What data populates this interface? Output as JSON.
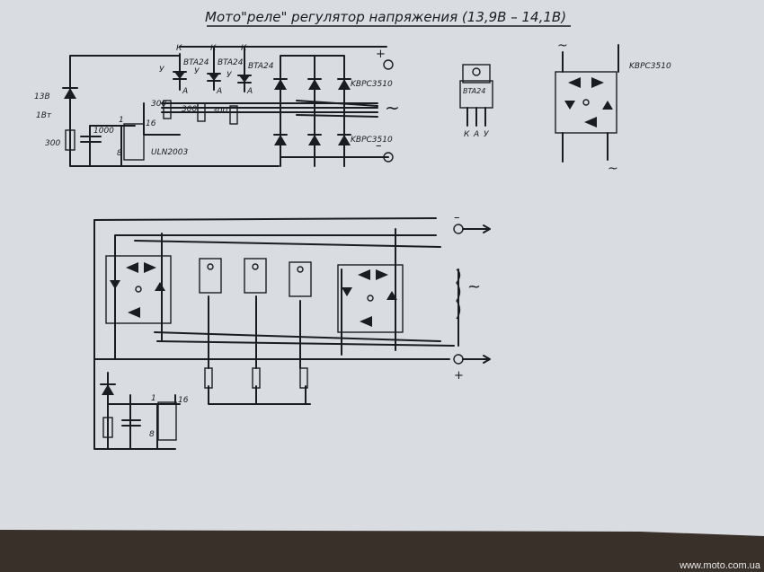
{
  "title": "Мото\"реле\" регулятор напряжения (13,9В – 14,1В)",
  "labels": {
    "zener": "13В",
    "zener_power": "1Вт",
    "res_300": "300",
    "cap_1000": "1000",
    "ic": "ULN2003",
    "pin1": "1",
    "pin8": "8",
    "pin16": "16",
    "triac": "BTA24",
    "pin_k": "К",
    "pin_u": "У",
    "pin_a": "А",
    "bridge": "KBPC3510",
    "plus": "+",
    "minus": "–",
    "ac": "~",
    "pinout_k": "К",
    "pinout_a": "А",
    "pinout_u": "У"
  },
  "watermark": "www.moto.com.ua"
}
